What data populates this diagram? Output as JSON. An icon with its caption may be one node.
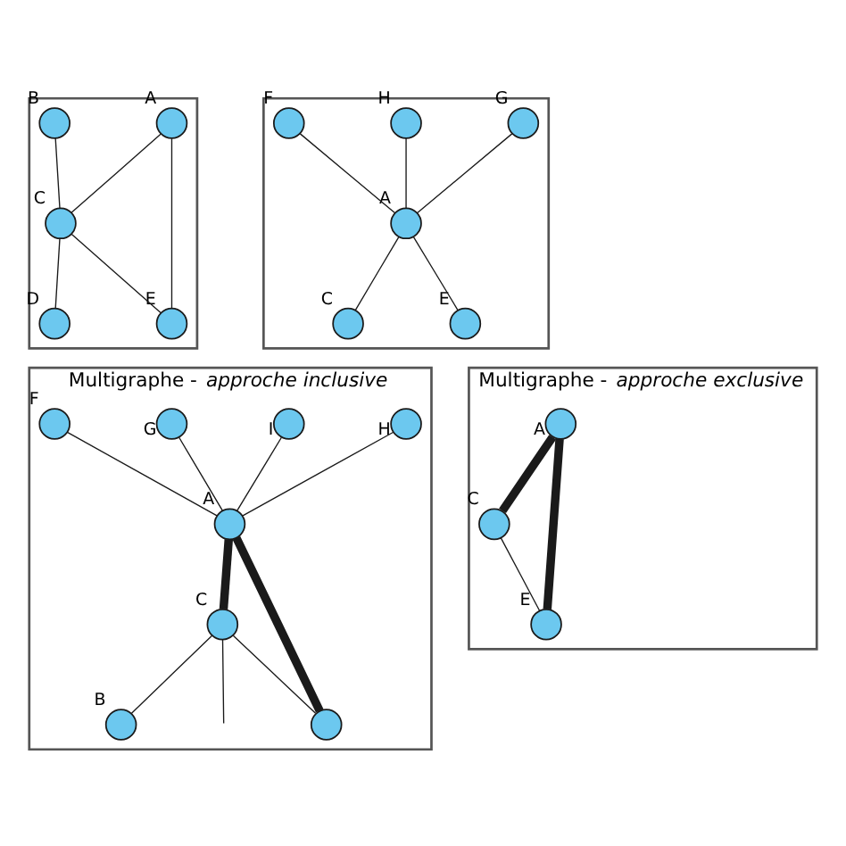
{
  "diagram": {
    "nodes": [
      {
        "text": [],
        "shape": "box"
      },
      {
        "text": [],
        "shape": "circle",
        "beside": [
          "A"
        ],
        "in": 0
      },
      {
        "text": [],
        "shape": "circle",
        "beside": [
          "B"
        ],
        "in": 0
      },
      {
        "text": [],
        "shape": "circle",
        "beside": [
          "C"
        ],
        "in": 0
      },
      {
        "text": [],
        "shape": "circle",
        "beside": [
          "E"
        ],
        "in": 0
      },
      {
        "text": [],
        "shape": "circle",
        "beside": [
          "D"
        ],
        "in": 0
      },
      {
        "text": [],
        "shape": "box"
      },
      {
        "text": [],
        "shape": "circle",
        "beside": [
          "G"
        ],
        "in": 6
      },
      {
        "text": [],
        "shape": "circle",
        "beside": [
          "H"
        ],
        "in": 6
      },
      {
        "text": [],
        "shape": "circle",
        "beside": [
          "F"
        ],
        "in": 6
      },
      {
        "text": [],
        "shape": "circle",
        "beside": [
          "A"
        ],
        "in": 6
      },
      {
        "text": [],
        "shape": "circle",
        "beside": [
          "C"
        ],
        "in": 6
      },
      {
        "text": [],
        "shape": "circle",
        "beside": [
          "E"
        ],
        "in": 6
      },
      {
        "text": [
          "Multigraphe - *approche inclusive*"
        ]
      },
      {
        "text": [],
        "shape": "circle",
        "beside": [
          "H"
        ],
        "in": 13
      },
      {
        "text": [],
        "shape": "circle",
        "beside": [
          "I"
        ],
        "in": 13
      },
      {
        "text": [],
        "shape": "circle",
        "beside": [
          "G"
        ],
        "in": 13
      },
      {
        "text": [],
        "shape": "circle",
        "beside": [
          "B"
        ],
        "in": 13
      },
      {
        "text": [],
        "shape": "circle",
        "beside": [
          "A"
        ],
        "in": 13
      },
      {
        "text": [],
        "shape": "circle",
        "beside": [
          "C"
        ],
        "in": 13
      },
      {
        "text": [],
        "shape": "circle",
        "beside": [
          "F"
        ],
        "in": 13
      },
      {
        "text": [],
        "shape": "circle",
        "in": 13
      },
      {
        "text": [
          "Multigraphe - *approche exclusive*"
        ]
      },
      {
        "text": [],
        "shape": "circle",
        "beside": [
          "A"
        ],
        "in": 22
      },
      {
        "text": [],
        "shape": "circle",
        "beside": [
          "C"
        ],
        "in": 22
      },
      {
        "text": [],
        "shape": "circle",
        "beside": [
          "E"
        ],
        "in": 22
      }
    ],
    "edges": [
      {
        "from": 1,
        "to": 3,
        "arrow": "none"
      },
      {
        "from": 1,
        "to": 4,
        "arrow": "none"
      },
      {
        "from": 2,
        "to": 3,
        "arrow": "none"
      },
      {
        "from": 3,
        "to": 4,
        "arrow": "none"
      },
      {
        "from": 3,
        "to": 5,
        "arrow": "none"
      },
      {
        "from": 8,
        "to": 10,
        "arrow": "none"
      },
      {
        "from": 7,
        "to": 10,
        "arrow": "none"
      },
      {
        "from": 9,
        "to": 10,
        "arrow": "none"
      },
      {
        "from": 10,
        "to": 12,
        "arrow": "none"
      },
      {
        "from": 10,
        "to": 11,
        "arrow": "none"
      },
      {
        "from": 14,
        "to": 18,
        "arrow": "none"
      },
      {
        "from": 15,
        "to": 18,
        "arrow": "none"
      },
      {
        "from": 16,
        "to": 18,
        "arrow": "none"
      },
      {
        "from": 17,
        "to": 19,
        "arrow": "none"
      },
      {
        "from": 18,
        "to": 19,
        "arrow": "none",
        "style": "thick"
      },
      {
        "from": 18,
        "to": 20,
        "arrow": "none"
      },
      {
        "from": 18,
        "to": 21,
        "arrow": "none",
        "style": "thick"
      },
      {
        "from": 19,
        "to": 21,
        "arrow": "none"
      },
      {
        "from": 19,
        "to": null,
        "arrow": "none"
      },
      {
        "from": 23,
        "to": 24,
        "arrow": "none",
        "style": "thick"
      },
      {
        "from": 23,
        "to": 25,
        "arrow": "none",
        "style": "thick"
      },
      {
        "from": 24,
        "to": 25,
        "arrow": "none"
      }
    ]
  }
}
